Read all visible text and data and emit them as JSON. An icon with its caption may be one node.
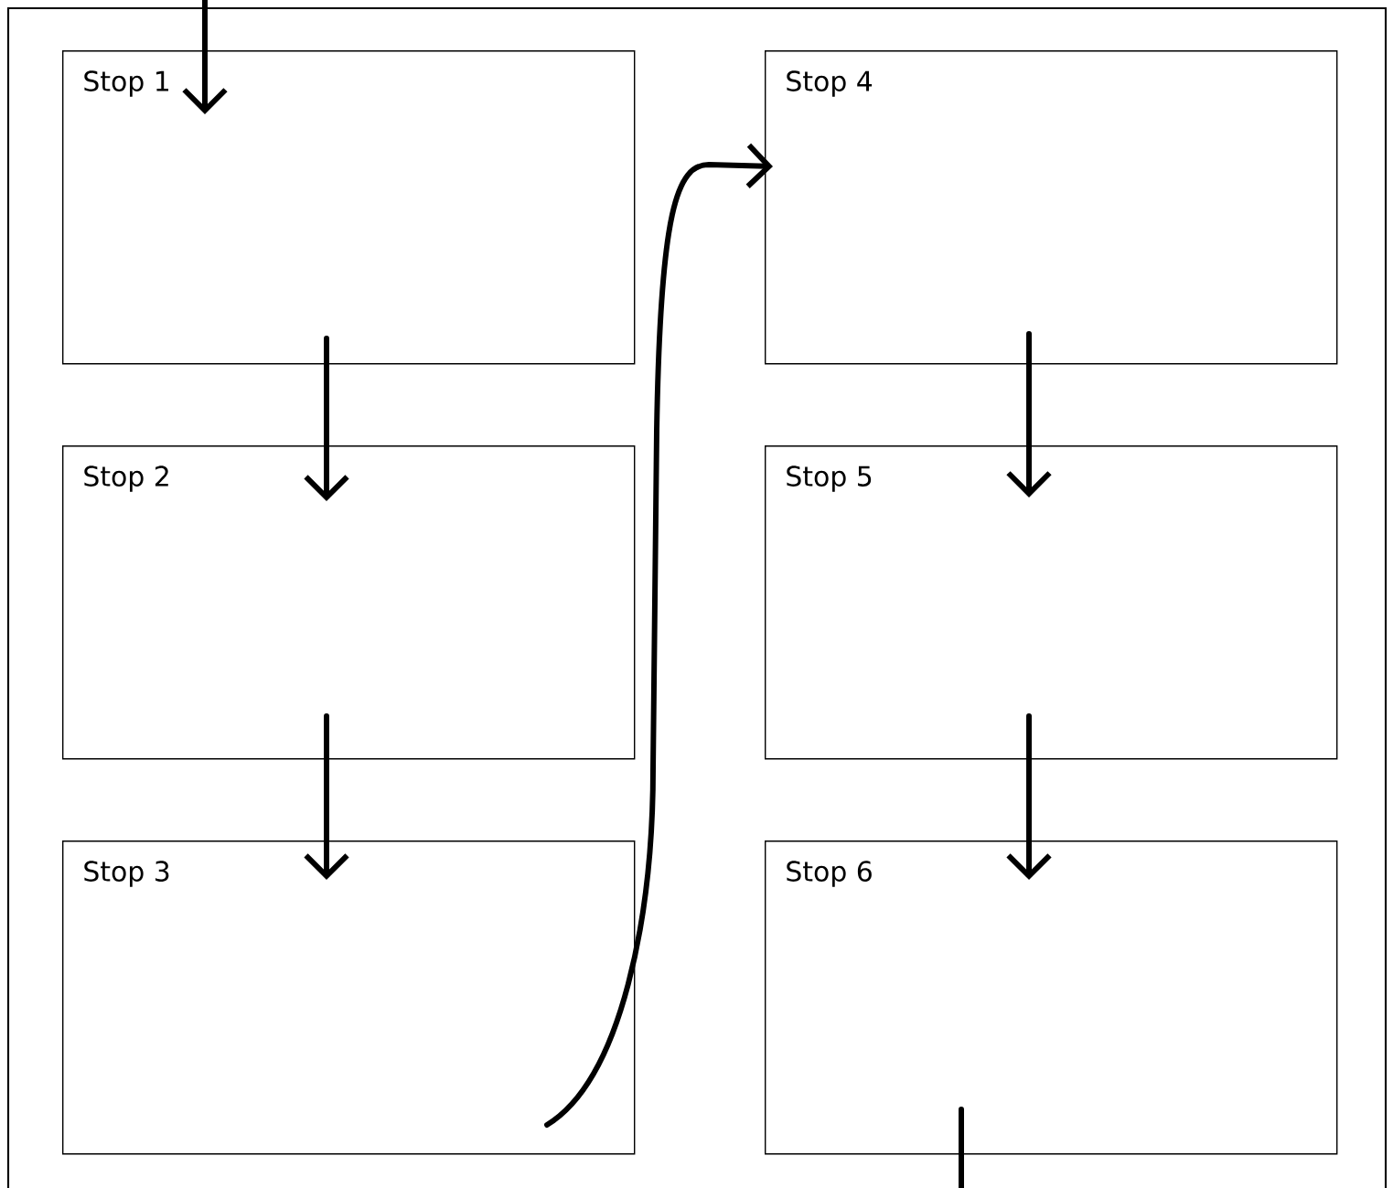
{
  "diagram": {
    "nodes": [
      {
        "text": [
          "Stop 1"
        ]
      },
      {
        "text": [
          "Stop 2"
        ]
      },
      {
        "text": [
          "Stop 3"
        ]
      },
      {
        "text": [
          "Stop 4"
        ]
      },
      {
        "text": [
          "Stop 5"
        ]
      },
      {
        "text": [
          "Stop 6"
        ]
      }
    ],
    "edges": [
      {
        "from": null,
        "to": 0,
        "arrow": "to"
      },
      {
        "from": 0,
        "to": 1,
        "arrow": "to"
      },
      {
        "from": 1,
        "to": 2,
        "arrow": "to"
      },
      {
        "from": 2,
        "to": 3,
        "arrow": "to"
      },
      {
        "from": 3,
        "to": 4,
        "arrow": "to"
      },
      {
        "from": 4,
        "to": 5,
        "arrow": "to"
      },
      {
        "from": 5,
        "to": null,
        "arrow": "none"
      }
    ]
  }
}
